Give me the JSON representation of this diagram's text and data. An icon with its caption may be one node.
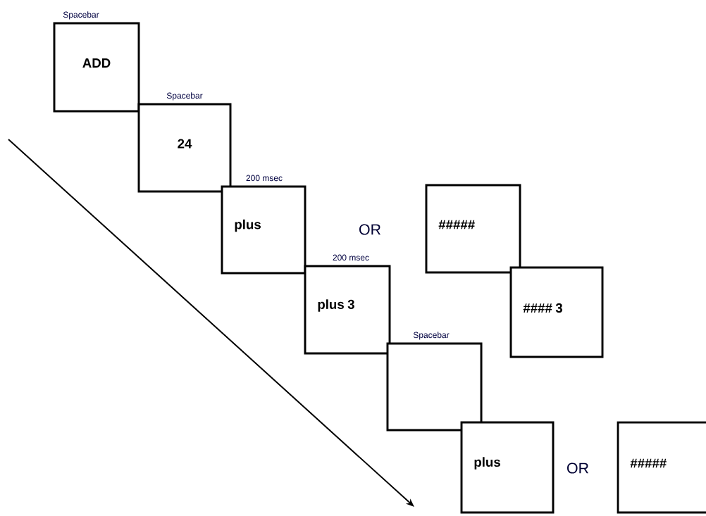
{
  "diagram": {
    "nodes": [
      {
        "text": [
          "ADD"
        ],
        "beside": [
          "Spacebar"
        ]
      },
      {
        "text": [
          "24"
        ],
        "beside": [
          "Spacebar"
        ]
      },
      {
        "text": [
          "plus"
        ],
        "beside": [
          "200 msec"
        ]
      },
      {
        "text": [
          "#####"
        ]
      },
      {
        "text": [
          "plus 3"
        ],
        "beside": [
          "200 msec"
        ]
      },
      {
        "text": [
          "#### 3"
        ]
      },
      {
        "text": [],
        "shape": "box",
        "beside": [
          "Spacebar"
        ]
      },
      {
        "text": [
          "plus"
        ]
      },
      {
        "text": [
          "#####"
        ]
      }
    ],
    "labels": [
      "OR",
      "OR"
    ]
  }
}
